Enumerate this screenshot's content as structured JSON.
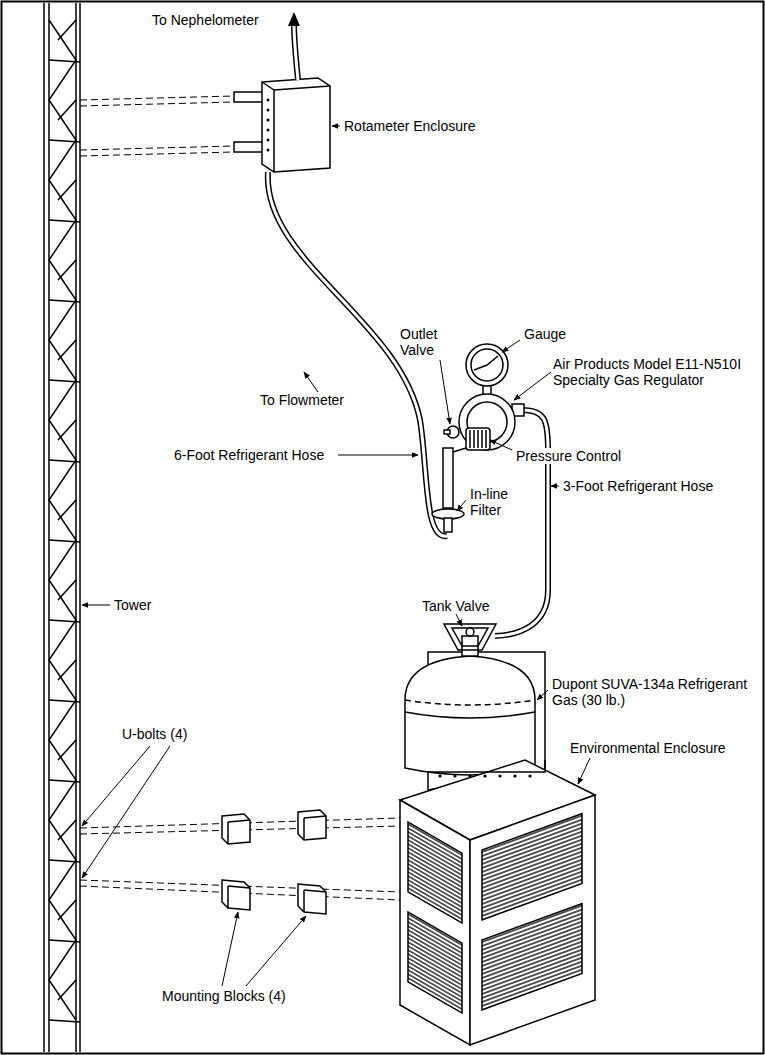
{
  "diagram": {
    "labels": [
      "To Nephelometer",
      "Rotameter Enclosure",
      "Outlet Valve",
      "Gauge",
      "Air Products Model E11-N510I Specialty Gas Regulator",
      "To Flowmeter",
      "6-Foot Refrigerant Hose",
      "Pressure Control",
      "In-line Filter",
      "3-Foot Refrigerant Hose",
      "Tank Valve",
      "Tower",
      "Dupont SUVA-134a Refrigerant Gas (30 lb.)",
      "U-bolts (4)",
      "Environmental Enclosure",
      "Mounting Blocks (4)"
    ]
  }
}
